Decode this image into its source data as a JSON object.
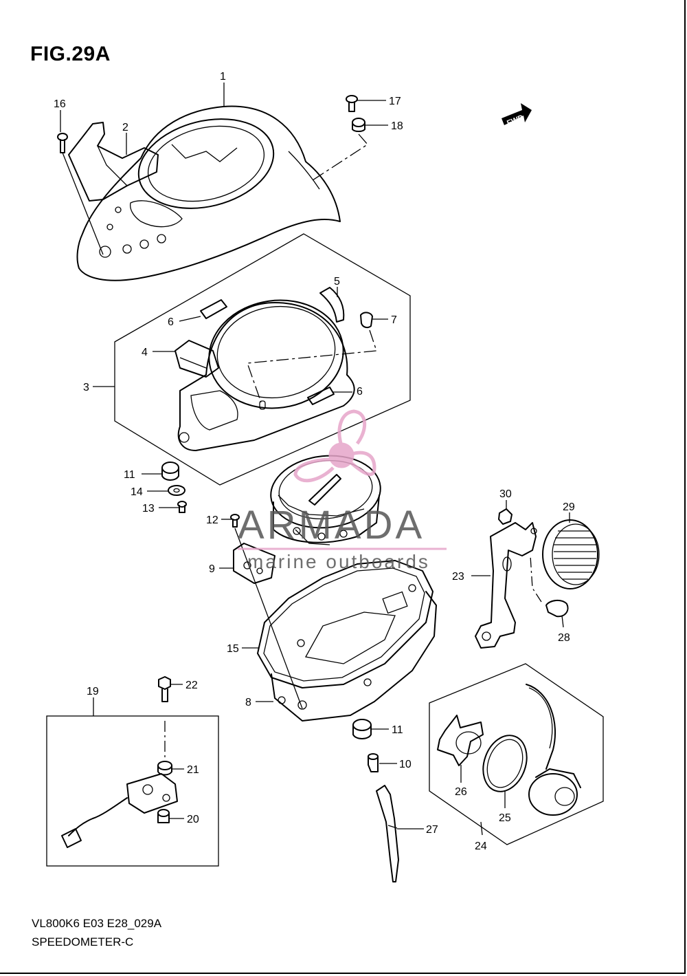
{
  "figure": {
    "title": "FIG.29A",
    "model_code": "VL800K6 E03 E28_029A",
    "section_name": "SPEEDOMETER-C"
  },
  "direction_marker": {
    "text": "FWD",
    "icon": "fwd-arrow-icon"
  },
  "watermark": {
    "brand": "ARMADA",
    "tagline": "marine outboards",
    "color": "#e6a5c9",
    "text_color": "#555555"
  },
  "callouts": [
    {
      "id": "c1",
      "label": "1"
    },
    {
      "id": "c2",
      "label": "2"
    },
    {
      "id": "c3",
      "label": "3"
    },
    {
      "id": "c4",
      "label": "4"
    },
    {
      "id": "c5",
      "label": "5"
    },
    {
      "id": "c6a",
      "label": "6"
    },
    {
      "id": "c6b",
      "label": "6"
    },
    {
      "id": "c7",
      "label": "7"
    },
    {
      "id": "c8",
      "label": "8"
    },
    {
      "id": "c9",
      "label": "9"
    },
    {
      "id": "c10",
      "label": "10"
    },
    {
      "id": "c11a",
      "label": "11"
    },
    {
      "id": "c11b",
      "label": "11"
    },
    {
      "id": "c12",
      "label": "12"
    },
    {
      "id": "c13",
      "label": "13"
    },
    {
      "id": "c14",
      "label": "14"
    },
    {
      "id": "c15",
      "label": "15"
    },
    {
      "id": "c16",
      "label": "16"
    },
    {
      "id": "c17",
      "label": "17"
    },
    {
      "id": "c18",
      "label": "18"
    },
    {
      "id": "c19",
      "label": "19"
    },
    {
      "id": "c20",
      "label": "20"
    },
    {
      "id": "c21",
      "label": "21"
    },
    {
      "id": "c22",
      "label": "22"
    },
    {
      "id": "c23",
      "label": "23"
    },
    {
      "id": "c24",
      "label": "24"
    },
    {
      "id": "c25",
      "label": "25"
    },
    {
      "id": "c26",
      "label": "26"
    },
    {
      "id": "c27",
      "label": "27"
    },
    {
      "id": "c28",
      "label": "28"
    },
    {
      "id": "c29",
      "label": "29"
    },
    {
      "id": "c30",
      "label": "30"
    }
  ]
}
